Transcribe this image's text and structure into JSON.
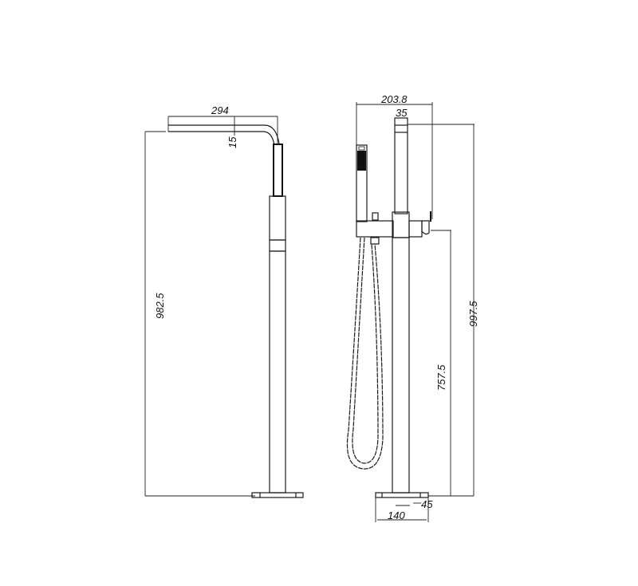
{
  "diagram": {
    "type": "technical-drawing",
    "subject": "freestanding bath mixer with hand shower",
    "colors": {
      "line": "#1a1a1a",
      "background": "#ffffff"
    },
    "left_view": {
      "spout_reach": "294",
      "spout_drop": "15",
      "overall_height": "982.5"
    },
    "right_view": {
      "overall_width": "203.8",
      "spout_width": "35",
      "overall_height": "997.5",
      "handle_height": "757.5",
      "base_thickness": "45",
      "base_width": "140"
    }
  }
}
